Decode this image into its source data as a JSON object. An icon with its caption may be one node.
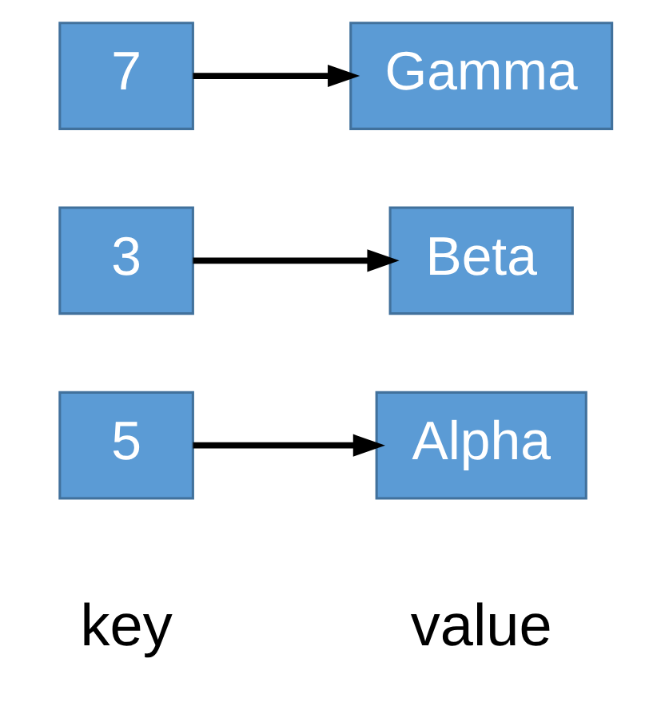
{
  "diagram": {
    "nodes": [
      {
        "text": [
          "5"
        ]
      },
      {
        "text": [
          "Alpha"
        ]
      },
      {
        "text": [
          "3"
        ]
      },
      {
        "text": [
          "Beta"
        ]
      },
      {
        "text": [
          "7"
        ]
      },
      {
        "text": [
          "Gamma"
        ]
      }
    ],
    "edges": [
      {
        "from": 0,
        "to": 1,
        "arrow": "to"
      },
      {
        "from": 2,
        "to": 3,
        "arrow": "to"
      },
      {
        "from": 4,
        "to": 5,
        "arrow": "to"
      }
    ],
    "labels": [
      "key",
      "value"
    ]
  }
}
